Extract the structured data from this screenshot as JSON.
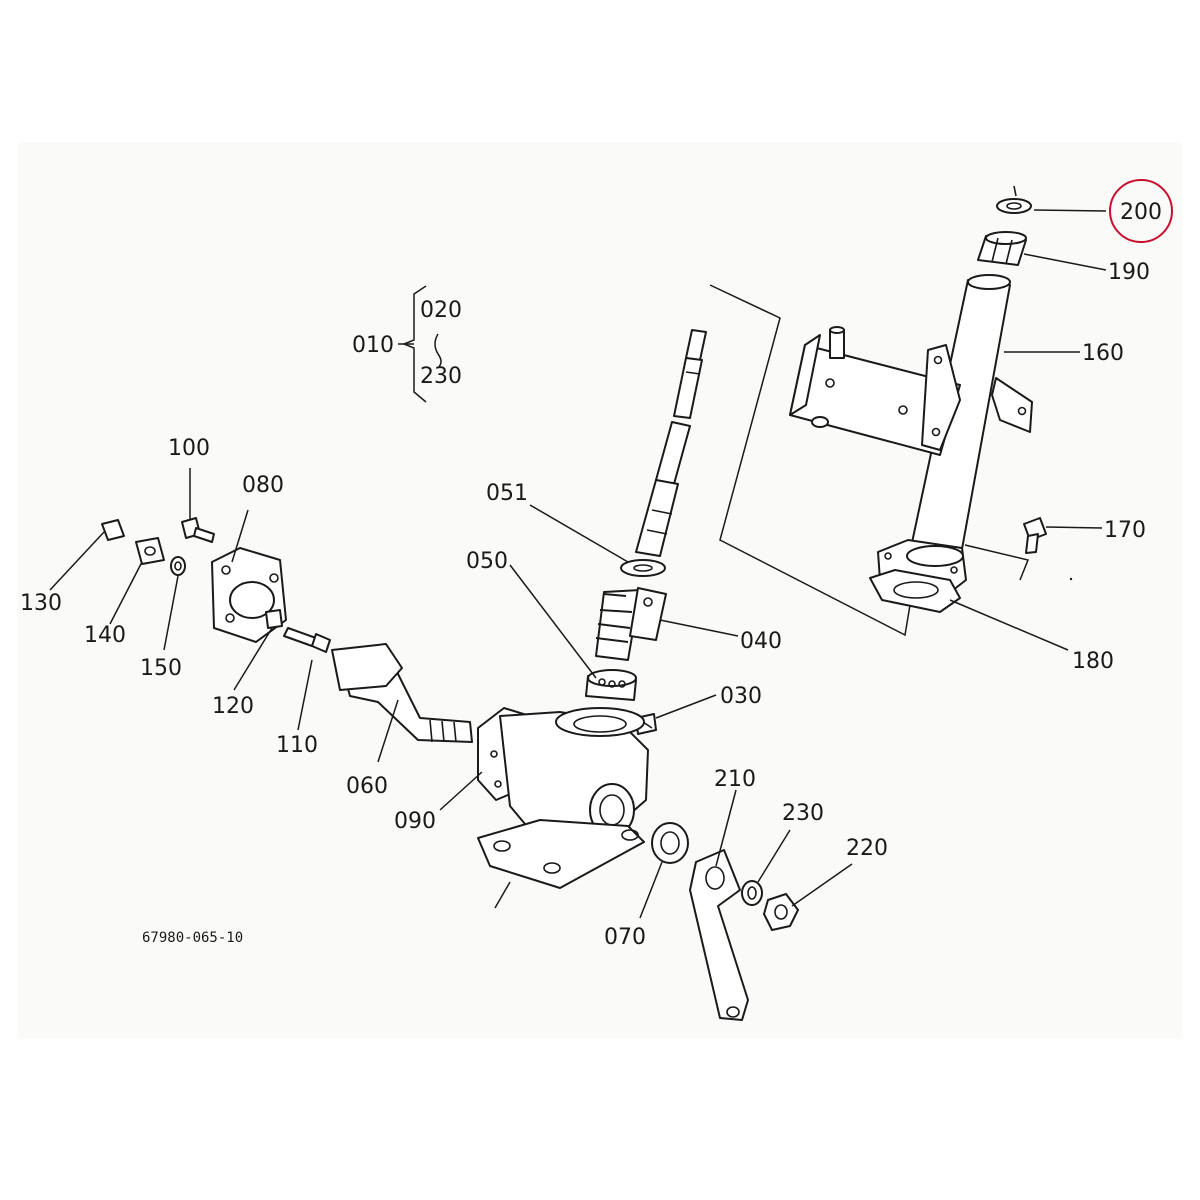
{
  "labels": {
    "p010": "010",
    "p020": "020",
    "p230r": "230",
    "p030": "030",
    "p040": "040",
    "p050": "050",
    "p051": "051",
    "p060": "060",
    "p070": "070",
    "p080": "080",
    "p090": "090",
    "p100": "100",
    "p110": "110",
    "p120": "120",
    "p130": "130",
    "p140": "140",
    "p150": "150",
    "p160": "160",
    "p170": "170",
    "p180": "180",
    "p190": "190",
    "p200": "200",
    "p210": "210",
    "p220": "220",
    "p230": "230"
  },
  "drawing_code": "67980-065-10",
  "highlight": {
    "part": "200",
    "color": "#c8102e"
  }
}
